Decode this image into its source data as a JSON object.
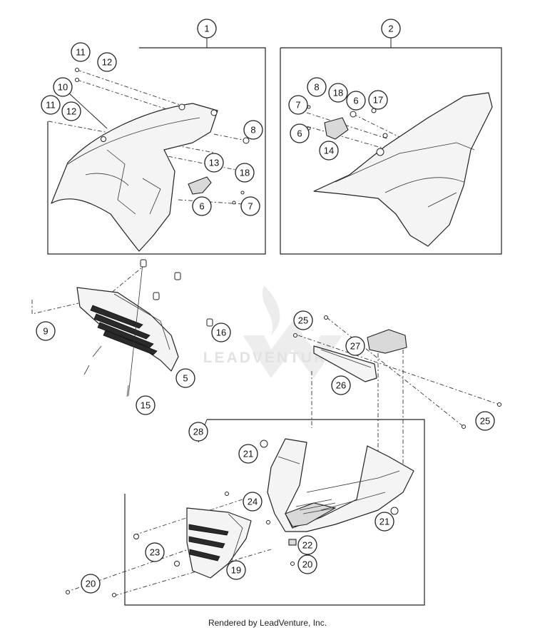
{
  "diagram": {
    "callouts": [
      "1",
      "2",
      "11",
      "12",
      "10",
      "11",
      "12",
      "8",
      "13",
      "18",
      "6",
      "7",
      "7",
      "18",
      "6",
      "8",
      "17",
      "6",
      "14",
      "9",
      "16",
      "5",
      "15",
      "25",
      "27",
      "26",
      "25",
      "28",
      "21",
      "24",
      "21",
      "22",
      "20",
      "23",
      "19",
      "20"
    ],
    "watermark_text": "LEADVENTURE"
  },
  "footer": {
    "text": "Rendered by LeadVenture, Inc."
  }
}
